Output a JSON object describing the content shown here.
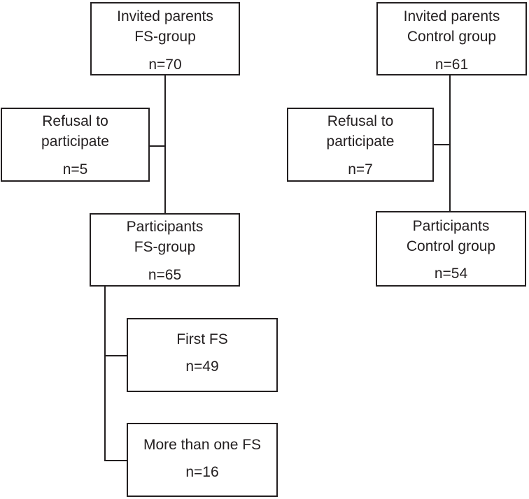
{
  "fs_invited": {
    "line1": "Invited parents",
    "line2": "FS-group",
    "n": "n=70"
  },
  "fs_refusal": {
    "line1": "Refusal to",
    "line2": "participate",
    "n": "n=5"
  },
  "fs_participants": {
    "line1": "Participants",
    "line2": "FS-group",
    "n": "n=65"
  },
  "first_fs": {
    "line1": "First FS",
    "n": "n=49"
  },
  "more_fs": {
    "line1": "More than one FS",
    "n": "n=16"
  },
  "ctrl_invited": {
    "line1": "Invited parents",
    "line2": "Control group",
    "n": "n=61"
  },
  "ctrl_refusal": {
    "line1": "Refusal to",
    "line2": "participate",
    "n": "n=7"
  },
  "ctrl_participants": {
    "line1": "Participants",
    "line2": "Control group",
    "n": "n=54"
  }
}
